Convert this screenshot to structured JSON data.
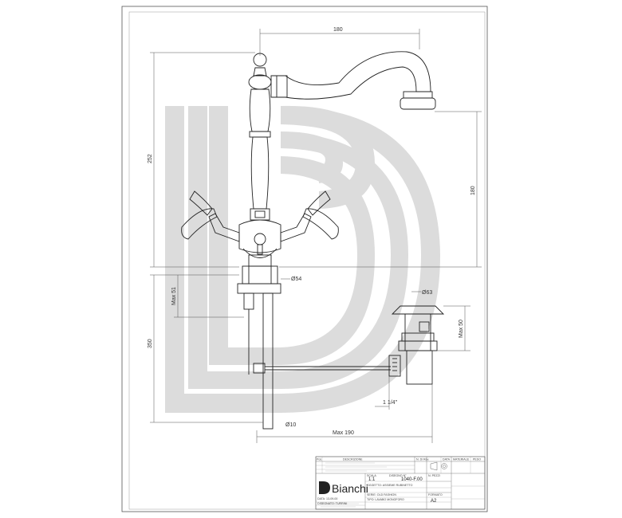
{
  "dimensions": {
    "spout_reach": "180",
    "total_height": "252",
    "spout_height": "180",
    "nut_diameter": "Ø54",
    "max_51": "Max 51",
    "shank_350": "350",
    "drain_diameter": "Ø63",
    "max_50": "Max 50",
    "thread": "1 1/4\"",
    "rod_diameter": "Ø10",
    "max_190": "Max 190"
  },
  "title_block": {
    "brand": "Bianchi",
    "col_labels": [
      "Pos.",
      "DESCRIZIONE",
      "N. Di Rev.",
      "DATA",
      "MATERIALE",
      "PESO"
    ],
    "scale_label": "SCALA",
    "scale": "1:1",
    "drawing_label": "DISEGNO N°",
    "drawing_no": "1040-F.00",
    "object": "OGGETTO: ASSIEME RUBINETTO",
    "series": "SERIE:  OLD FASHION",
    "type": "TIPO: LAVABO MONOFORO",
    "sheet_label": "FORMATO",
    "sheet": "A2",
    "date": "DATA: 13-09-00",
    "designer": "DISEGNATO:  TURRINI",
    "rev_label": "N. PEZZI"
  }
}
